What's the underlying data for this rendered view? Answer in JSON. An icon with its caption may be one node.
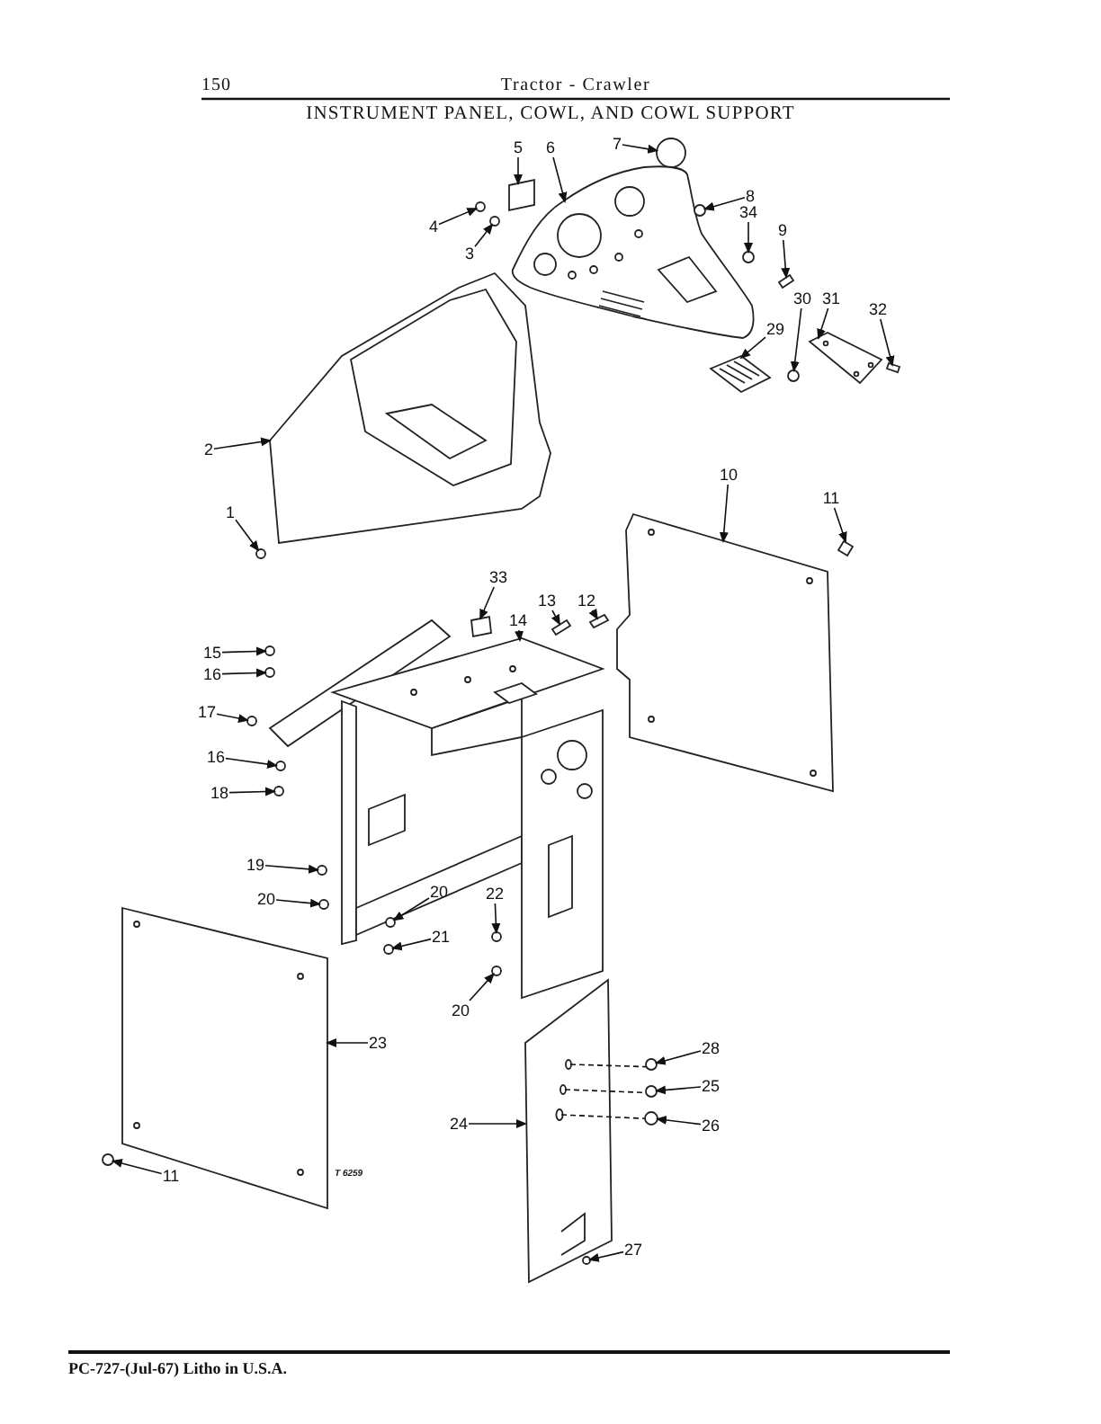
{
  "diagram": {
    "title": "INSTRUMENT PANEL, COWL, AND COWL SUPPORT",
    "nodes": [
      {
        "text": [
          "7"
        ]
      },
      {
        "text": [
          "5"
        ]
      },
      {
        "text": [
          "6"
        ]
      },
      {
        "text": [
          "8"
        ]
      },
      {
        "text": [
          "34"
        ]
      },
      {
        "text": [
          "4"
        ]
      },
      {
        "text": [
          "9"
        ]
      },
      {
        "text": [
          "3"
        ]
      },
      {
        "text": [
          "30"
        ]
      },
      {
        "text": [
          "31"
        ]
      },
      {
        "text": [
          "32"
        ]
      },
      {
        "text": [
          "29"
        ]
      },
      {
        "text": [
          "2"
        ]
      },
      {
        "text": [
          "10"
        ]
      },
      {
        "text": [
          "11"
        ]
      },
      {
        "text": [
          "1"
        ]
      },
      {
        "text": [
          "33"
        ]
      },
      {
        "text": [
          "13"
        ]
      },
      {
        "text": [
          "12"
        ]
      },
      {
        "text": [
          "14"
        ]
      },
      {
        "text": [
          "15"
        ]
      },
      {
        "text": [
          "16"
        ]
      },
      {
        "text": [
          "17"
        ]
      },
      {
        "text": [
          "16"
        ]
      },
      {
        "text": [
          "18"
        ]
      },
      {
        "text": [
          "19"
        ]
      },
      {
        "text": [
          "20"
        ]
      },
      {
        "text": [
          "20"
        ]
      },
      {
        "text": [
          "22"
        ]
      },
      {
        "text": [
          "21"
        ]
      },
      {
        "text": [
          "20"
        ]
      },
      {
        "text": [
          "23"
        ]
      },
      {
        "text": [
          "28"
        ]
      },
      {
        "text": [
          "25"
        ]
      },
      {
        "text": [
          "24"
        ]
      },
      {
        "text": [
          "26"
        ]
      },
      {
        "text": [
          "11"
        ]
      },
      {
        "text": [
          "27"
        ]
      },
      {
        "text": [],
        "shape": "circle"
      },
      {
        "text": [],
        "shape": "box"
      },
      {
        "text": [],
        "shape": "picture"
      },
      {
        "text": [],
        "shape": "circle"
      },
      {
        "text": [],
        "shape": "circle"
      },
      {
        "text": [],
        "shape": "circle"
      },
      {
        "text": [],
        "shape": "box"
      },
      {
        "text": [],
        "shape": "circle"
      },
      {
        "text": [],
        "shape": "circle"
      },
      {
        "text": [],
        "shape": "picture"
      },
      {
        "text": [],
        "shape": "box"
      },
      {
        "text": [],
        "shape": "picture"
      },
      {
        "text": [],
        "shape": "picture"
      },
      {
        "text": [],
        "shape": "picture"
      },
      {
        "text": [],
        "shape": "box"
      },
      {
        "text": [],
        "shape": "circle"
      },
      {
        "text": [],
        "shape": "box"
      },
      {
        "text": [],
        "shape": "box"
      },
      {
        "text": [],
        "shape": "box"
      },
      {
        "text": [],
        "shape": "picture"
      },
      {
        "text": [],
        "shape": "circle"
      },
      {
        "text": [],
        "shape": "circle"
      },
      {
        "text": [],
        "shape": "circle"
      },
      {
        "text": [],
        "shape": "circle"
      },
      {
        "text": [],
        "shape": "circle"
      },
      {
        "text": [],
        "shape": "circle"
      },
      {
        "text": [],
        "shape": "circle"
      },
      {
        "text": [],
        "shape": "circle"
      },
      {
        "text": [],
        "shape": "circle"
      },
      {
        "text": [],
        "shape": "circle"
      },
      {
        "text": [],
        "shape": "circle"
      },
      {
        "text": [],
        "shape": "picture"
      },
      {
        "text": [],
        "shape": "circle"
      },
      {
        "text": [],
        "shape": "circle"
      },
      {
        "text": [],
        "shape": "picture"
      },
      {
        "text": [],
        "shape": "circle"
      },
      {
        "text": [],
        "shape": "circle"
      },
      {
        "text": [],
        "shape": "circle"
      }
    ],
    "edges": [
      {
        "from": 0,
        "to": 38,
        "arrow": "to"
      },
      {
        "from": 1,
        "to": 39,
        "arrow": "to"
      },
      {
        "from": 2,
        "to": 40,
        "arrow": "to"
      },
      {
        "from": 3,
        "to": 41,
        "arrow": "to"
      },
      {
        "from": 4,
        "to": 42,
        "arrow": "to"
      },
      {
        "from": 5,
        "to": 43,
        "arrow": "to"
      },
      {
        "from": 6,
        "to": 44,
        "arrow": "to"
      },
      {
        "from": 7,
        "to": 45,
        "arrow": "to"
      },
      {
        "from": 8,
        "to": 46,
        "arrow": "to"
      },
      {
        "from": 9,
        "to": 47,
        "arrow": "to"
      },
      {
        "from": 10,
        "to": 48,
        "arrow": "to"
      },
      {
        "from": 11,
        "to": 49,
        "arrow": "to"
      },
      {
        "from": 12,
        "to": 50,
        "arrow": "to"
      },
      {
        "from": 13,
        "to": 51,
        "arrow": "to"
      },
      {
        "from": 14,
        "to": 52,
        "arrow": "to"
      },
      {
        "from": 15,
        "to": 53,
        "arrow": "to"
      },
      {
        "from": 16,
        "to": 54,
        "arrow": "to"
      },
      {
        "from": 17,
        "to": 55,
        "arrow": "to"
      },
      {
        "from": 18,
        "to": 56,
        "arrow": "to"
      },
      {
        "from": 19,
        "to": 57,
        "arrow": "to"
      },
      {
        "from": 20,
        "to": 58,
        "arrow": "to"
      },
      {
        "from": 21,
        "to": 59,
        "arrow": "to"
      },
      {
        "from": 22,
        "to": 60,
        "arrow": "to"
      },
      {
        "from": 23,
        "to": 61,
        "arrow": "to"
      },
      {
        "from": 24,
        "to": 62,
        "arrow": "to"
      },
      {
        "from": 25,
        "to": 63,
        "arrow": "to"
      },
      {
        "from": 26,
        "to": 64,
        "arrow": "to"
      },
      {
        "from": 27,
        "to": 65,
        "arrow": "to"
      },
      {
        "from": 28,
        "to": 66,
        "arrow": "to"
      },
      {
        "from": 29,
        "to": 67,
        "arrow": "to"
      },
      {
        "from": 30,
        "to": 68,
        "arrow": "to"
      },
      {
        "from": 31,
        "to": 69,
        "arrow": "to"
      },
      {
        "from": 32,
        "to": 70,
        "arrow": "to"
      },
      {
        "from": 33,
        "to": 71,
        "arrow": "to"
      },
      {
        "from": 34,
        "to": 72,
        "arrow": "to"
      },
      {
        "from": 35,
        "to": 73,
        "arrow": "to"
      },
      {
        "from": 36,
        "to": 74,
        "arrow": "to"
      },
      {
        "from": 37,
        "to": 75,
        "arrow": "to"
      },
      {
        "from": 72,
        "to": 70,
        "arrow": "none",
        "style": "dashed"
      },
      {
        "from": 72,
        "to": 71,
        "arrow": "none",
        "style": "dashed"
      },
      {
        "from": 72,
        "to": 73,
        "arrow": "none",
        "style": "dashed"
      }
    ],
    "labels": [
      "150",
      "Tractor - Crawler",
      "T 6259",
      "PC-727-(Jul-67) Litho in U.S.A."
    ]
  }
}
